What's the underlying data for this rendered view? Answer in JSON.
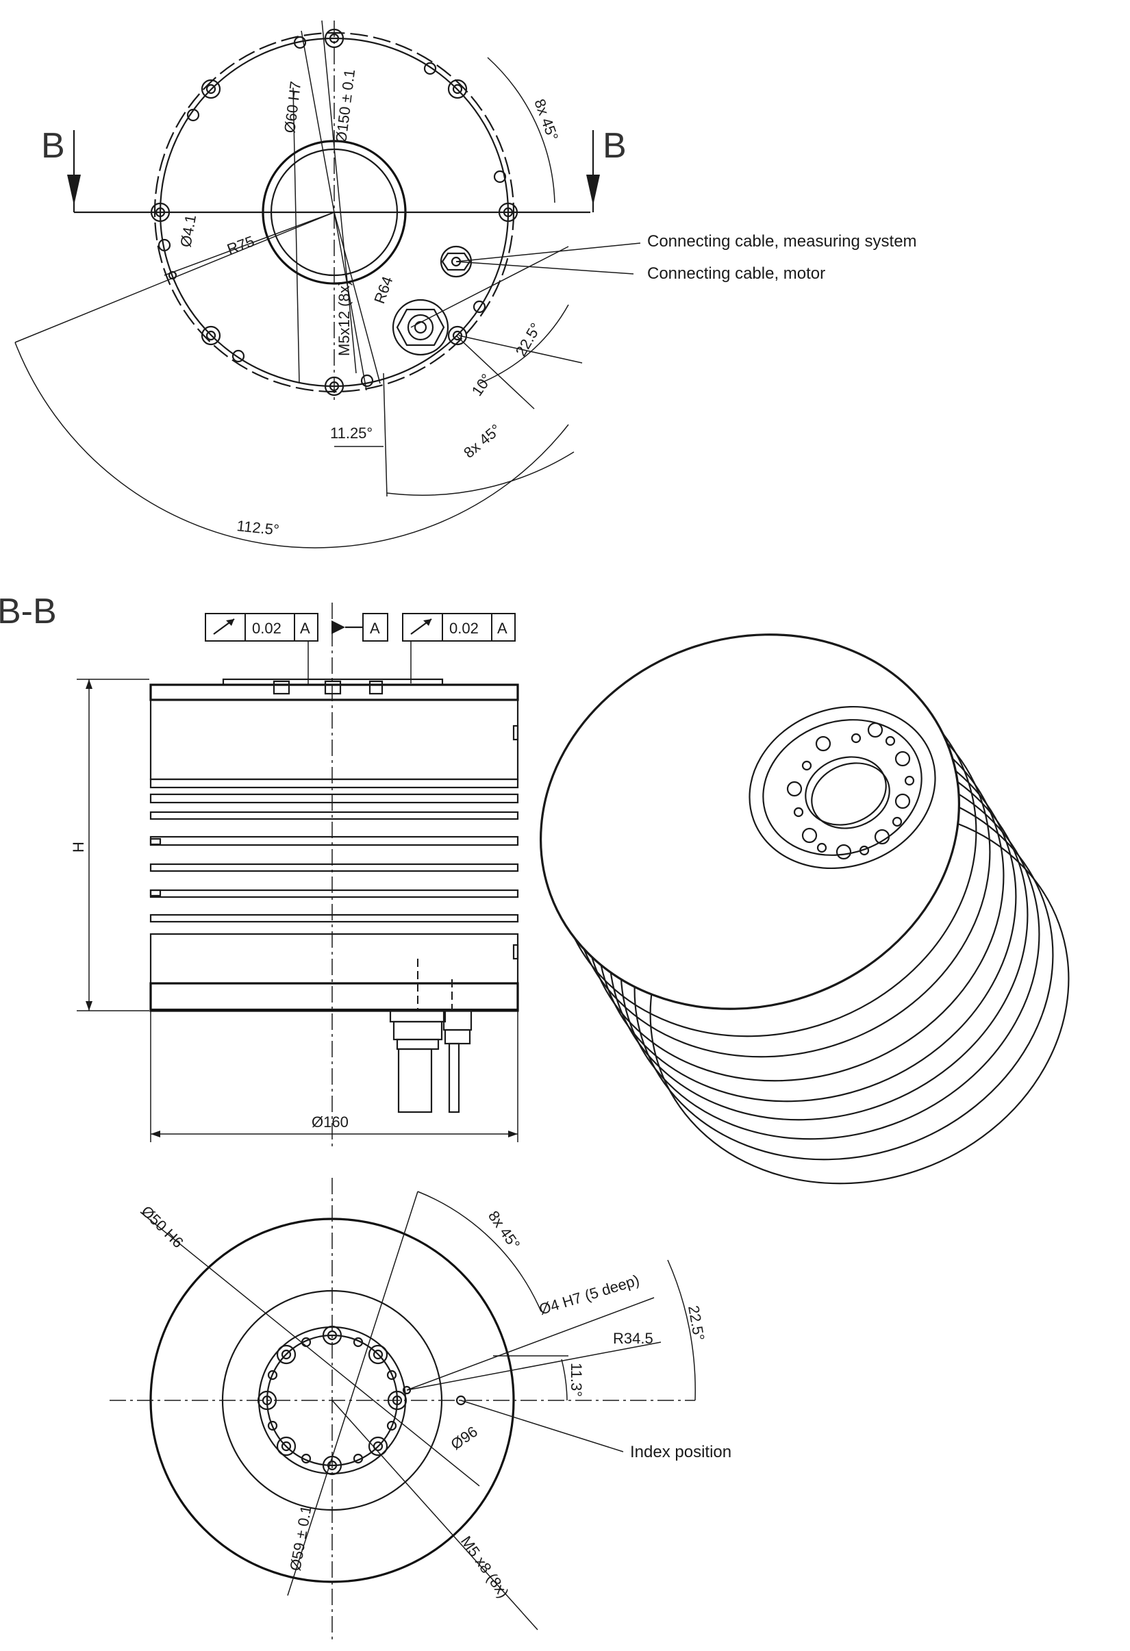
{
  "top_view": {
    "section_marker_left": "B",
    "section_marker_right": "B",
    "dimensions": {
      "bore": "Ø60 H7",
      "bolt_circle": "Ø150 ± 0.1",
      "hole_dia": "Ø4.1",
      "radius_outer": "R75",
      "radius_cable": "R64",
      "thread": "M5x12 (8x)",
      "angle_top": "8x 45°",
      "angle_bottom": "8x 45°",
      "angle_offset": "11.25°",
      "angle_22": "22.5°",
      "angle_10": "10°",
      "angle_large": "112.5°"
    },
    "callouts": {
      "cable_measuring": "Connecting cable, measuring system",
      "cable_motor": "Connecting cable, motor"
    }
  },
  "section_view": {
    "title": "B-B",
    "tolerance_left": {
      "value": "0.02",
      "datum": "A"
    },
    "datum_label": "A",
    "tolerance_right": {
      "value": "0.02",
      "datum": "A"
    },
    "height_label": "H",
    "diameter": "Ø160"
  },
  "bottom_view": {
    "dimensions": {
      "bore": "Ø50 H6",
      "angle_top": "8x 45°",
      "pin_hole": "Ø4 H7 (5 deep)",
      "radius": "R34.5",
      "angle_11": "11.3°",
      "angle_22": "22.5°",
      "circle_96": "Ø96",
      "bolt_circle": "Ø59 ± 0.1",
      "thread": "M5 x8 (8x)"
    },
    "callouts": {
      "index": "Index position"
    }
  }
}
